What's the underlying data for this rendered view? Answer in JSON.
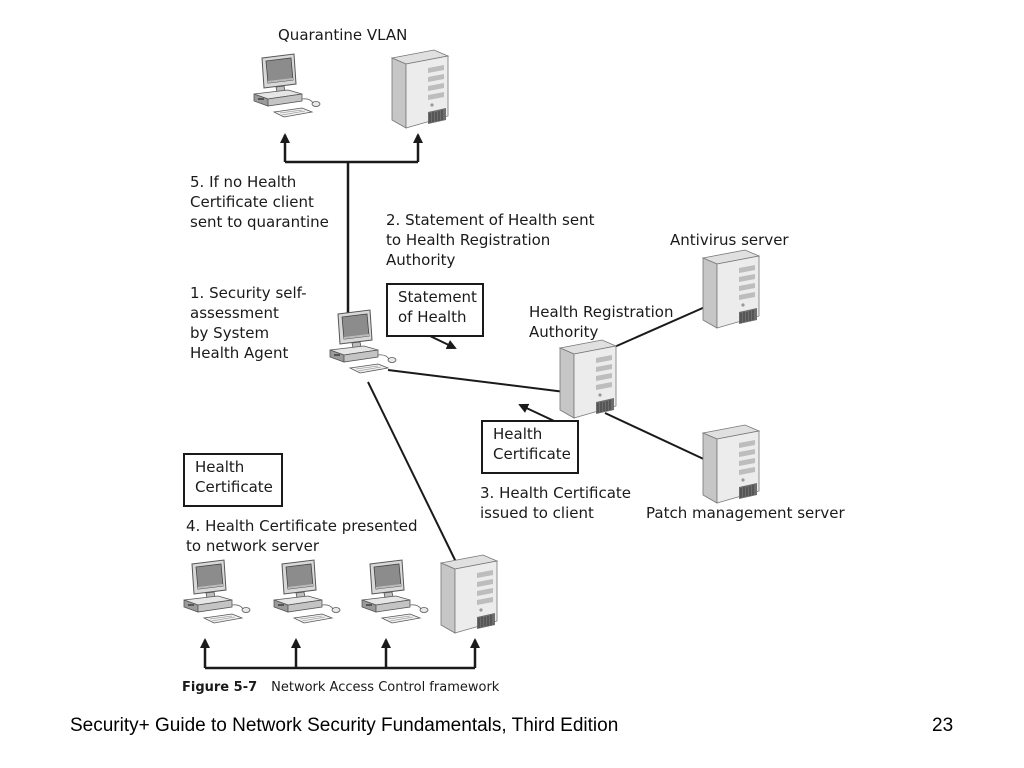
{
  "diagram": {
    "quarantine_title": "Quarantine VLAN",
    "antivirus_label": "Antivirus server",
    "hra_label": "Health Registration\nAuthority",
    "patch_label": "Patch management server",
    "step1": "1. Security self-\n    assessment\n    by System\n    Health Agent",
    "step2": "2. Statement of Health sent\n    to Health Registration\n    Authority",
    "step3": "3. Health Certificate\n    issued to client",
    "step4": "4. Health Certificate presented\n    to network server",
    "step5": "5. If no Health\n    Certificate client\n    sent to quarantine",
    "soh_box": "Statement\nof Health",
    "cert_box_right": "Health\nCertificate",
    "cert_box_left": "Health\nCertificate",
    "figure_number": "Figure 5-7",
    "figure_caption": "Network Access Control framework"
  },
  "footer": {
    "title": "Security+ Guide to Network Security Fundamentals, Third Edition",
    "page_number": "23"
  }
}
